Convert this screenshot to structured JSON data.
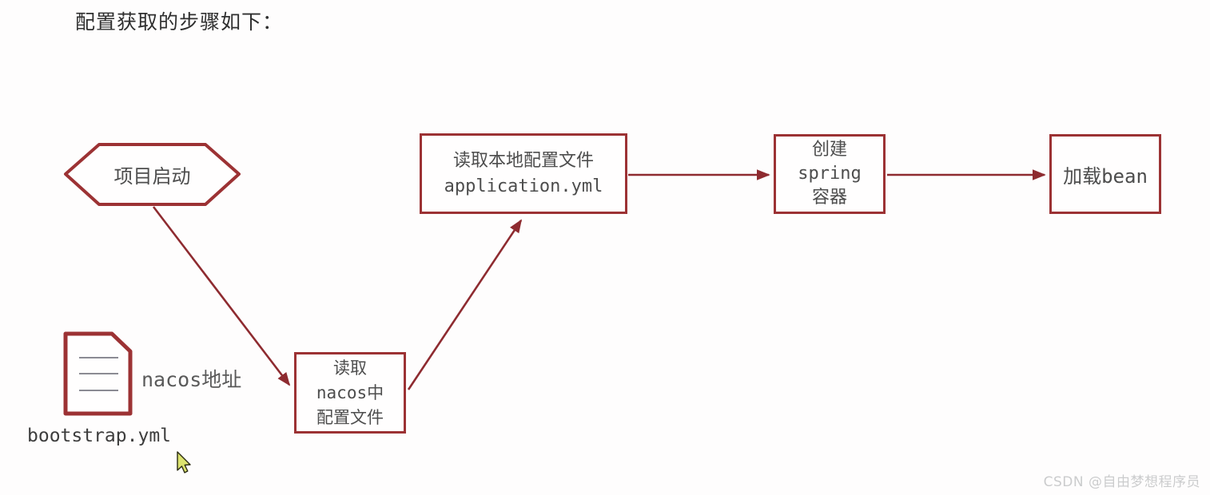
{
  "title": "配置获取的步骤如下：",
  "diagram": {
    "nodes": {
      "start": {
        "shape": "hexagon",
        "label": "项目启动"
      },
      "read_nacos": {
        "shape": "rect",
        "lines": [
          "读取",
          "nacos中",
          "配置文件"
        ]
      },
      "read_local": {
        "shape": "rect",
        "lines": [
          "读取本地配置文件",
          "application.yml"
        ]
      },
      "create_spring": {
        "shape": "rect",
        "lines": [
          "创建",
          "spring",
          "容器"
        ]
      },
      "load_bean": {
        "shape": "rect",
        "label": "加载bean"
      },
      "bootstrap": {
        "icon": "document-icon",
        "label": "nacos地址",
        "filename": "bootstrap.yml"
      }
    },
    "edges": [
      {
        "from": "start",
        "to": "read_nacos"
      },
      {
        "from": "read_nacos",
        "to": "read_local"
      },
      {
        "from": "read_local",
        "to": "create_spring"
      },
      {
        "from": "create_spring",
        "to": "load_bean"
      }
    ],
    "colors": {
      "shape_border": "#9c3234",
      "arrow": "#8e2b30",
      "text": "#4d4d4d",
      "doc_lines": "#8b8b93",
      "watermark": "#cbcccd",
      "cursor_fill": "#dce36f"
    }
  },
  "watermark": "CSDN @自由梦想程序员"
}
